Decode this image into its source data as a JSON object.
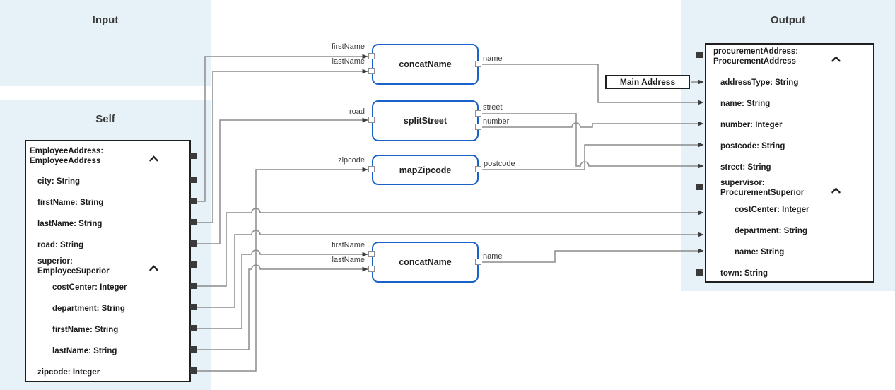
{
  "panels": {
    "input": {
      "title": "Input"
    },
    "self": {
      "title": "Self"
    },
    "output": {
      "title": "Output"
    }
  },
  "self_tree": {
    "rows": [
      {
        "line1": "EmployeeAddress:",
        "line2": "EmployeeAddress"
      },
      {
        "text": "city: String"
      },
      {
        "text": "firstName: String"
      },
      {
        "text": "lastName: String"
      },
      {
        "text": "road: String"
      },
      {
        "line1": "superior:",
        "line2": "EmployeeSuperior"
      },
      {
        "text": "costCenter: Integer"
      },
      {
        "text": "department: String"
      },
      {
        "text": "firstName: String"
      },
      {
        "text": "lastName: String"
      },
      {
        "text": "zipcode: Integer"
      }
    ]
  },
  "output_tree": {
    "rows": [
      {
        "line1": "procurementAddress:",
        "line2": "ProcurementAddress"
      },
      {
        "text": "addressType: String"
      },
      {
        "text": "name: String"
      },
      {
        "text": "number: Integer"
      },
      {
        "text": "postcode: String"
      },
      {
        "text": "street: String"
      },
      {
        "line1": "supervisor:",
        "line2": "ProcurementSuperior"
      },
      {
        "text": "costCenter: Integer"
      },
      {
        "text": "department: String"
      },
      {
        "text": "name: String"
      },
      {
        "text": "town: String"
      }
    ]
  },
  "functions": [
    {
      "name": "concatName",
      "inputs": [
        "firstName",
        "lastName"
      ],
      "outputs": [
        "name"
      ]
    },
    {
      "name": "splitStreet",
      "inputs": [
        "road"
      ],
      "outputs": [
        "street",
        "number"
      ]
    },
    {
      "name": "mapZipcode",
      "inputs": [
        "zipcode"
      ],
      "outputs": [
        "postcode"
      ]
    },
    {
      "name": "concatName",
      "inputs": [
        "firstName",
        "lastName"
      ],
      "outputs": [
        "name"
      ]
    }
  ],
  "constant": {
    "label": "Main Address"
  },
  "icons": {
    "collapse": "chevron-up"
  },
  "colors": {
    "panel_bg": "#e7f1f8",
    "node_border": "#1a62c8",
    "wire": "#8c8c8c",
    "box_border": "#1f1f1f",
    "port_dark": "#3a3a3a"
  }
}
